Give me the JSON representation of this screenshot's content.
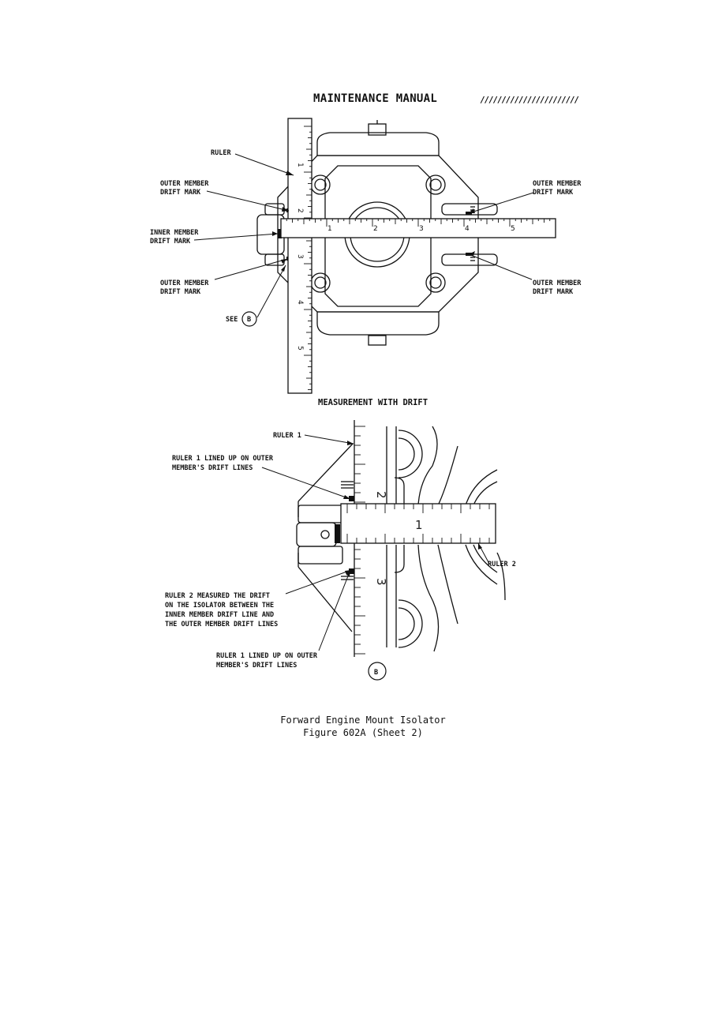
{
  "header": {
    "title": "MAINTENANCE MANUAL",
    "hatch": "///////////////////////"
  },
  "diagram_top": {
    "labels": {
      "ruler": "RULER",
      "outer_drift_1_l1": "OUTER MEMBER",
      "outer_drift_1_l2": "DRIFT MARK",
      "inner_drift_l1": "INNER MEMBER",
      "inner_drift_l2": "DRIFT MARK",
      "outer_drift_2_l1": "OUTER MEMBER",
      "outer_drift_2_l2": "DRIFT MARK",
      "see": "SEE",
      "see_ref": "B",
      "right_outer_1_l1": "OUTER MEMBER",
      "right_outer_1_l2": "DRIFT MARK",
      "right_outer_2_l1": "OUTER MEMBER",
      "right_outer_2_l2": "DRIFT MARK"
    },
    "ruler_numbers": [
      "1",
      "2",
      "3",
      "4",
      "5"
    ],
    "vertical_ruler_numbers": [
      "1",
      "2",
      "3",
      "4",
      "5"
    ],
    "section_title": "MEASUREMENT WITH DRIFT"
  },
  "diagram_detail": {
    "labels": {
      "ruler1": "RULER 1",
      "ruler1_lined_a_l1": "RULER 1 LINED UP ON OUTER",
      "ruler1_lined_a_l2": "MEMBER'S DRIFT LINES",
      "ruler2": "RULER 2",
      "ruler2_measured_l1": "RULER 2 MEASURED THE DRIFT",
      "ruler2_measured_l2": "ON THE ISOLATOR BETWEEN THE",
      "ruler2_measured_l3": "INNER MEMBER DRIFT LINE AND",
      "ruler2_measured_l4": "THE OUTER MEMBER DRIFT LINES",
      "ruler1_lined_b_l1": "RULER 1 LINED UP ON OUTER",
      "ruler1_lined_b_l2": "MEMBER'S DRIFT LINES",
      "detail_ref": "B"
    },
    "ruler_numbers": {
      "horizontal": "1",
      "vertical_top": "2",
      "vertical_bottom": "3"
    }
  },
  "caption": {
    "line1": "Forward Engine Mount Isolator",
    "line2": "Figure 602A (Sheet 2)"
  }
}
